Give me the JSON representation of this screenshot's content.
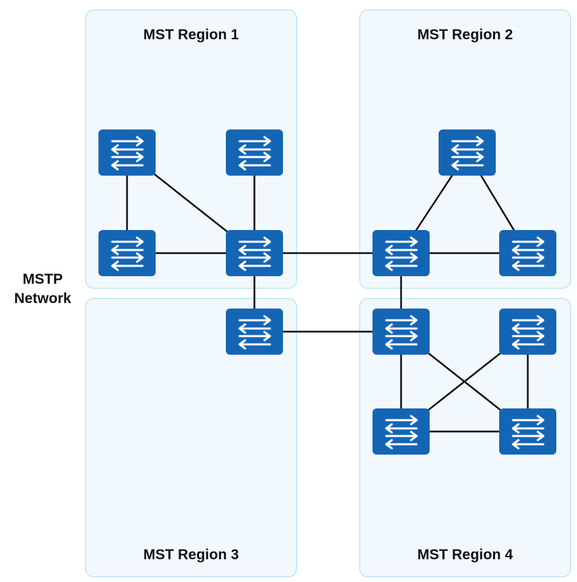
{
  "network_label": "MSTP\nNetwork",
  "regions": [
    {
      "id": "r1",
      "title": "MST Region 1"
    },
    {
      "id": "r2",
      "title": "MST Region 2"
    },
    {
      "id": "r3",
      "title": "MST Region 3"
    },
    {
      "id": "r4",
      "title": "MST Region 4"
    }
  ],
  "switches": [
    "s1",
    "s2",
    "s3",
    "s4",
    "s5",
    "s6",
    "s7",
    "s8",
    "s9",
    "s10",
    "s11",
    "s12"
  ],
  "links": [
    [
      "s1",
      "s3"
    ],
    [
      "s1",
      "s4"
    ],
    [
      "s2",
      "s4"
    ],
    [
      "s3",
      "s4"
    ],
    [
      "s4",
      "s7"
    ],
    [
      "s4",
      "s5"
    ],
    [
      "s5",
      "s9"
    ],
    [
      "s6",
      "s7"
    ],
    [
      "s6",
      "s8"
    ],
    [
      "s7",
      "s8"
    ],
    [
      "s7",
      "s9"
    ],
    [
      "s9",
      "s11"
    ],
    [
      "s9",
      "s12"
    ],
    [
      "s10",
      "s11"
    ],
    [
      "s10",
      "s12"
    ],
    [
      "s11",
      "s12"
    ]
  ],
  "colors": {
    "switch": "#1565b5",
    "region_fill": "#f2f9fe",
    "region_border": "#a9dcef",
    "link": "#111111"
  },
  "icon": "switch-arrows-icon"
}
